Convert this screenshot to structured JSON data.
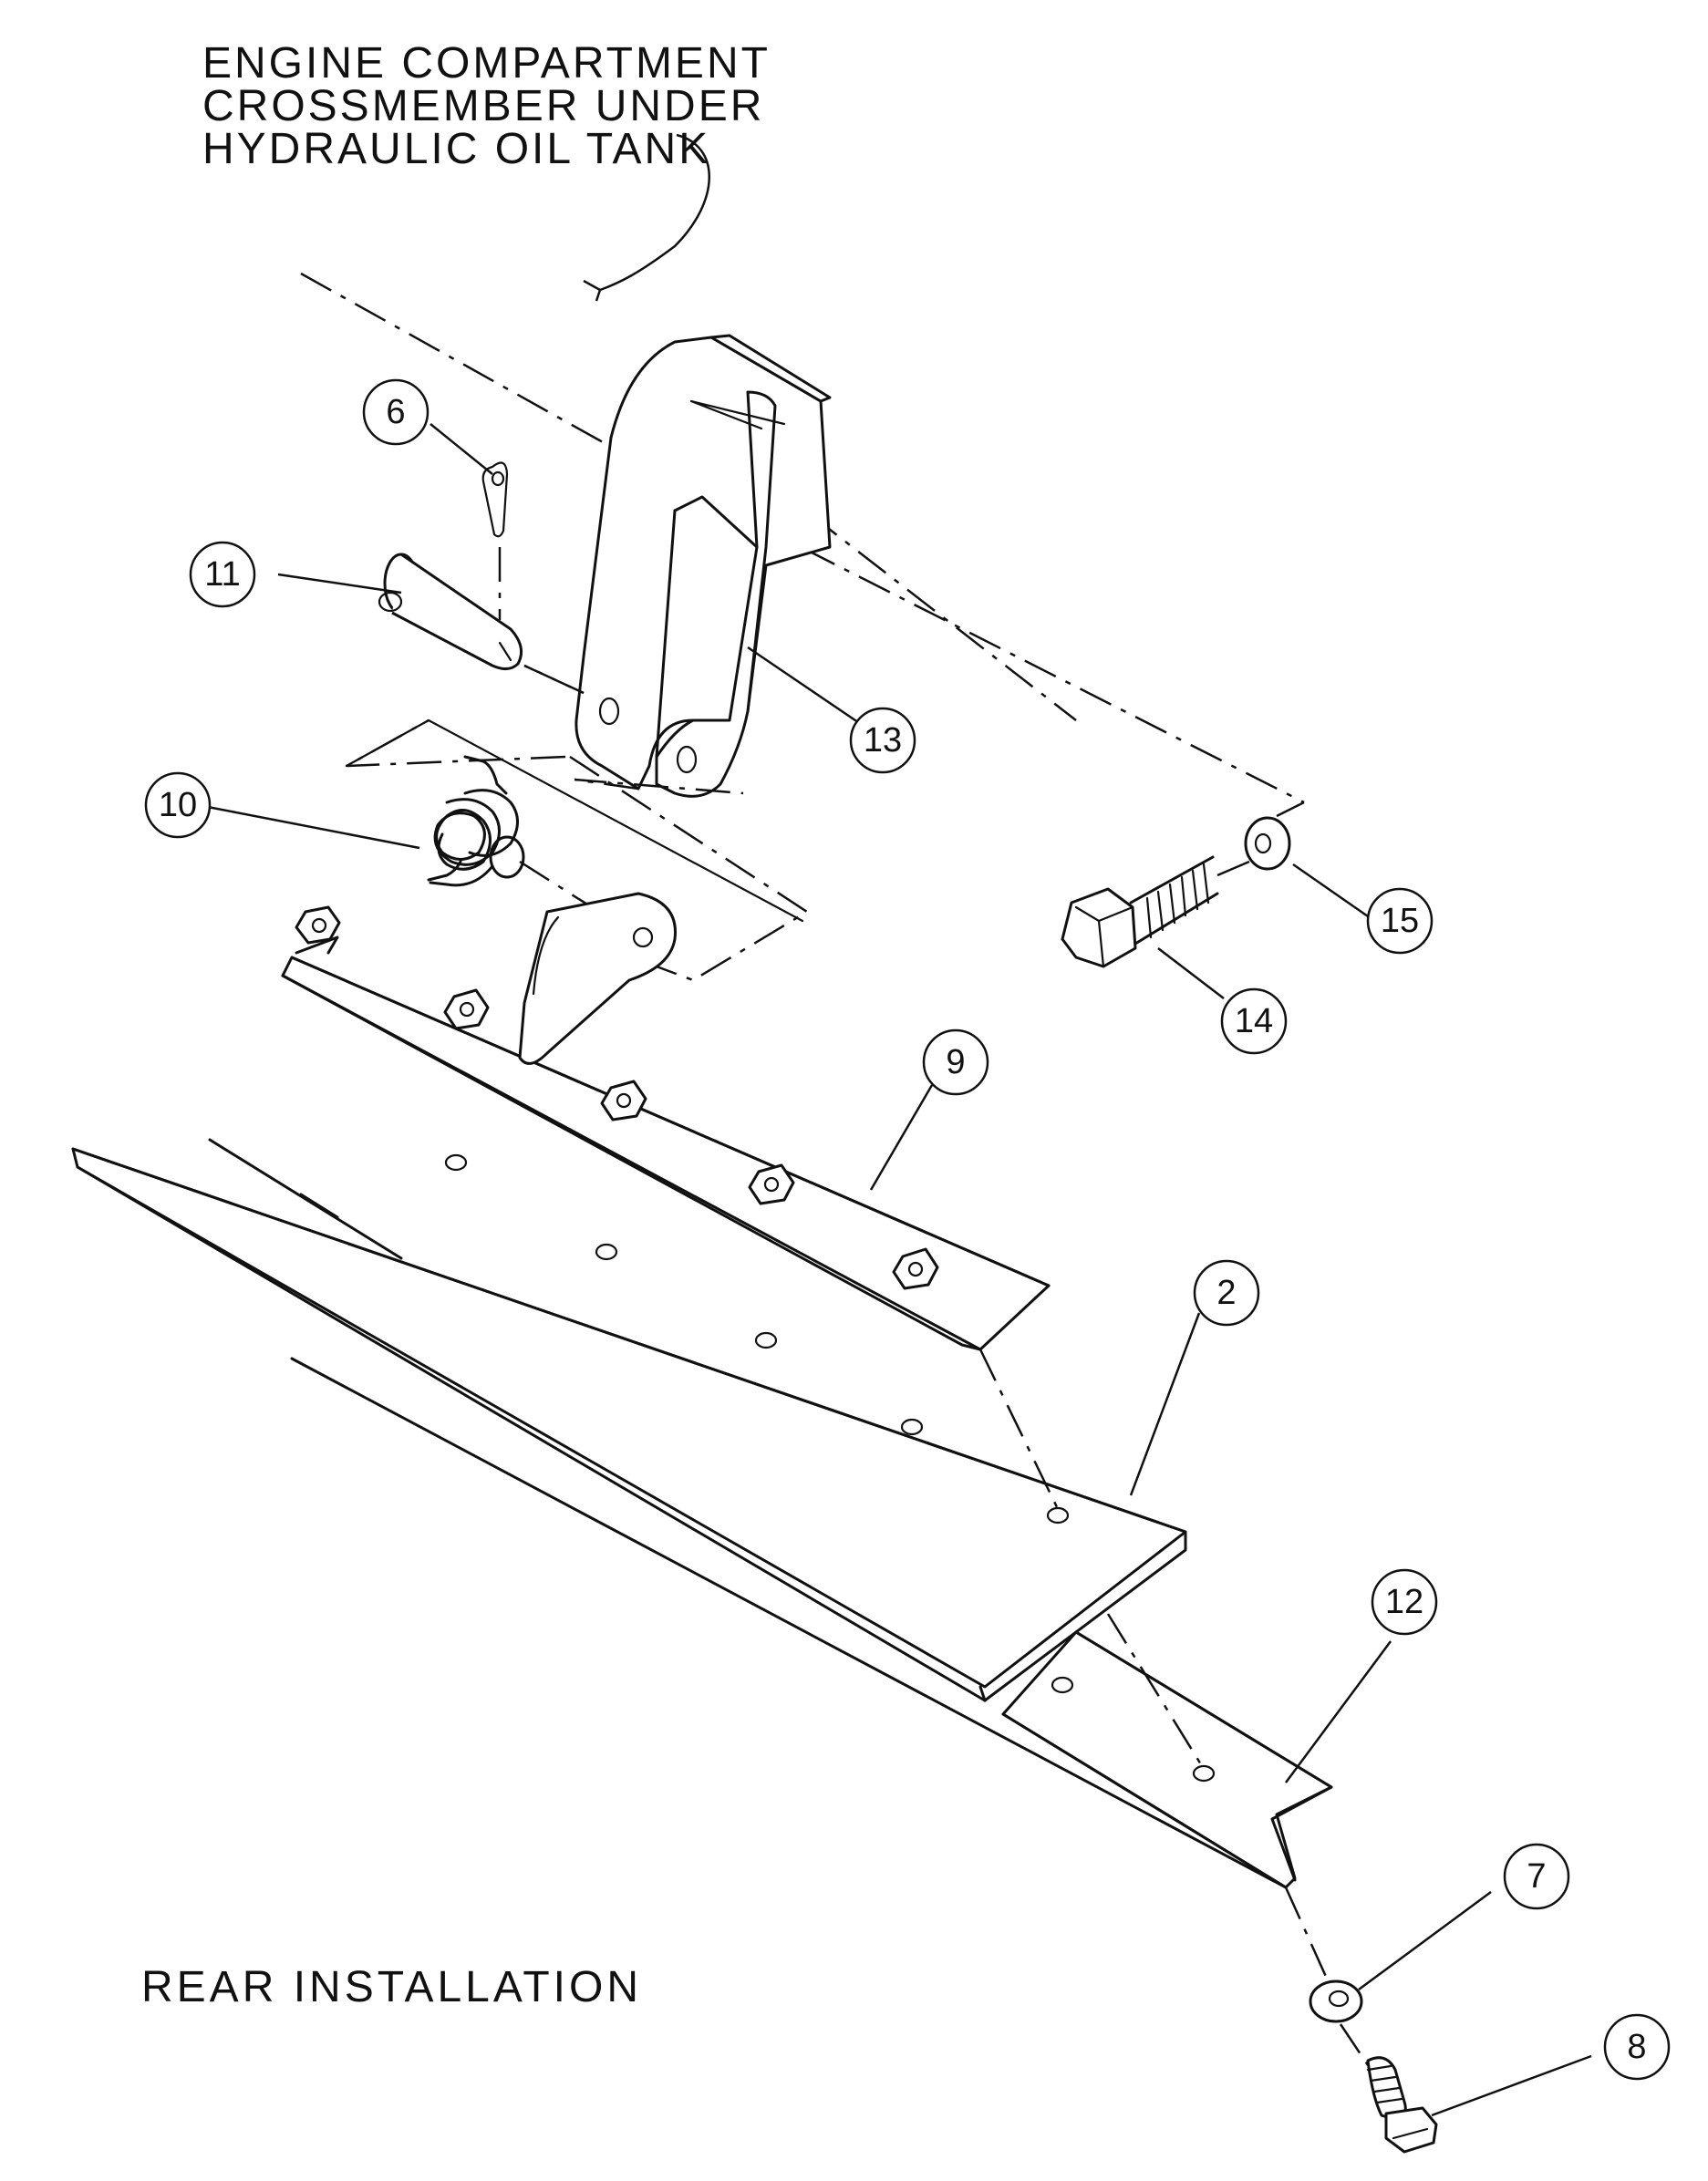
{
  "note": {
    "lines": [
      "ENGINE COMPARTMENT",
      "CROSSMEMBER UNDER",
      "HYDRAULIC OIL TANK"
    ]
  },
  "caption": "REAR INSTALLATION",
  "callouts": {
    "c2": "2",
    "c6": "6",
    "c7": "7",
    "c8": "8",
    "c9": "9",
    "c10": "10",
    "c11": "11",
    "c12": "12",
    "c13": "13",
    "c14": "14",
    "c15": "15"
  }
}
